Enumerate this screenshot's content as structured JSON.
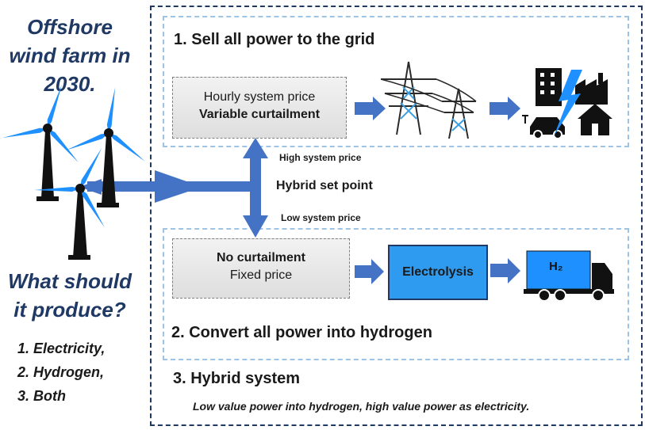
{
  "left_panel": {
    "title_line1": "Offshore",
    "title_line2": "wind farm in",
    "title_line3": "2030.",
    "question_line1": "What should",
    "question_line2": "it produce?",
    "options": [
      "1. Electricity,",
      "2. Hydrogen,",
      "3. Both"
    ]
  },
  "section1": {
    "title": "1. Sell all power to the grid",
    "box_line1": "Hourly system price",
    "box_line2": "Variable curtailment"
  },
  "middle": {
    "high_label": "High system price",
    "setpoint_label": "Hybrid set point",
    "low_label": "Low system price"
  },
  "section2": {
    "title": "2. Convert all power into hydrogen",
    "box_line1": "No curtailment",
    "box_line2": "Fixed price",
    "electrolysis": "Electrolysis",
    "truck_label": "H₂"
  },
  "section3": {
    "title": "3. Hybrid system",
    "subtitle": "Low value power into hydrogen, high value power as electricity."
  },
  "colors": {
    "navy": "#1f3864",
    "arrow_blue": "#4472c4",
    "light_dashed": "#9dc3e6",
    "bright_blue": "#1e90ff",
    "electro_fill": "#2e9bf0"
  },
  "icons": [
    "wind-turbine-icon",
    "transmission-tower-icon",
    "city-icon",
    "lightning-icon",
    "factory-icon",
    "house-icon",
    "electric-car-icon",
    "truck-icon"
  ]
}
